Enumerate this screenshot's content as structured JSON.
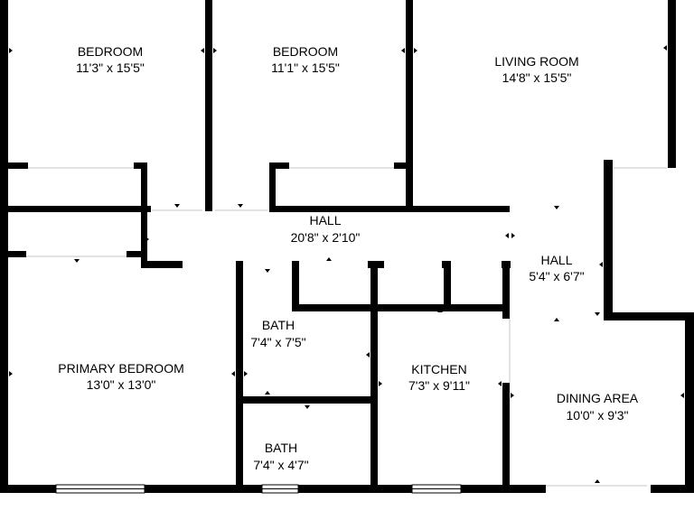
{
  "colors": {
    "wall": "#000000",
    "background": "#ffffff",
    "opening": "#d8d8d8"
  },
  "rooms": [
    {
      "id": "bedroom-1",
      "name": "BEDROOM",
      "dims": "11'3\" x 15'5\""
    },
    {
      "id": "bedroom-2",
      "name": "BEDROOM",
      "dims": "11'1\" x 15'5\""
    },
    {
      "id": "living-room",
      "name": "LIVING ROOM",
      "dims": "14'8\" x 15'5\""
    },
    {
      "id": "hall-main",
      "name": "HALL",
      "dims": "20'8\" x 2'10\""
    },
    {
      "id": "hall-side",
      "name": "HALL",
      "dims": "5'4\" x 6'7\""
    },
    {
      "id": "primary-bedroom",
      "name": "PRIMARY BEDROOM",
      "dims": "13'0\" x 13'0\""
    },
    {
      "id": "bath-1",
      "name": "BATH",
      "dims": "7'4\" x 7'5\""
    },
    {
      "id": "bath-2",
      "name": "BATH",
      "dims": "7'4\" x 4'7\""
    },
    {
      "id": "kitchen",
      "name": "KITCHEN",
      "dims": "7'3\" x 9'11\""
    },
    {
      "id": "dining-area",
      "name": "DINING AREA",
      "dims": "10'0\" x 9'3\""
    }
  ]
}
